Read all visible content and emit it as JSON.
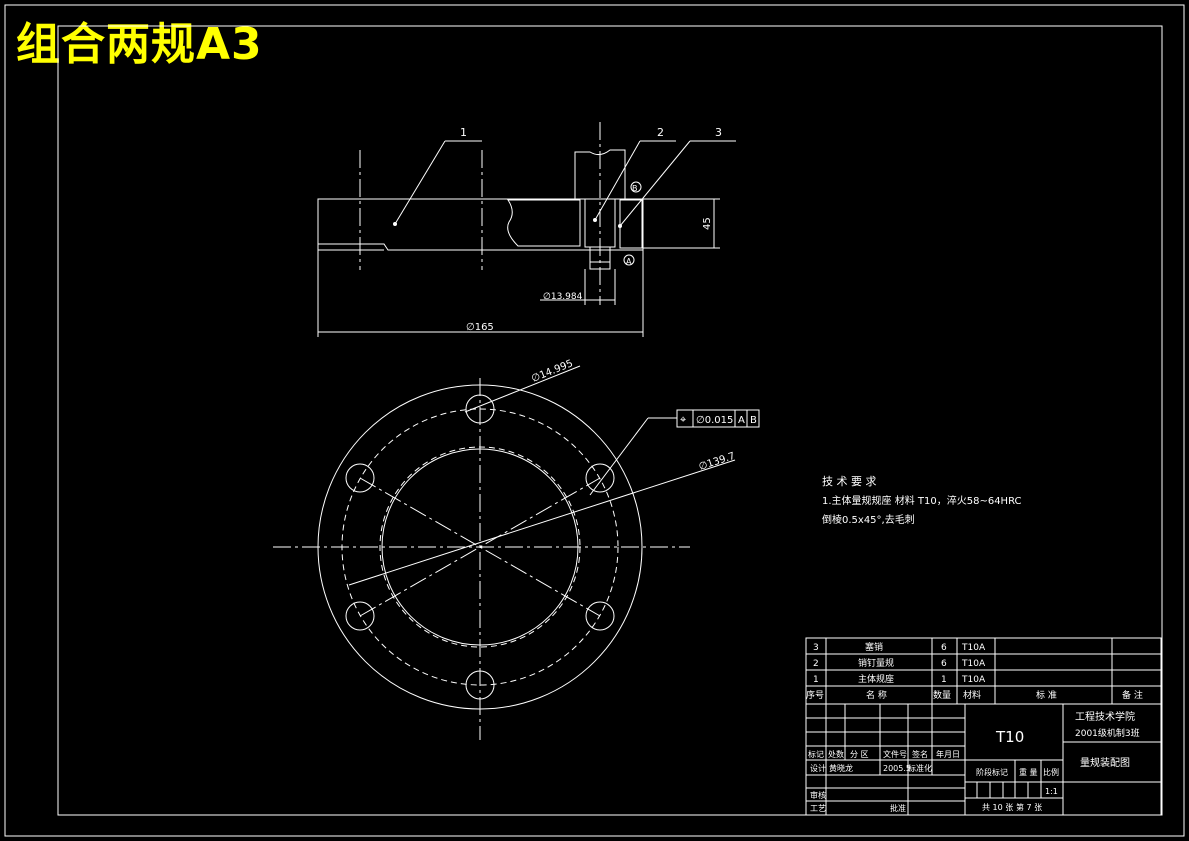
{
  "title": "组合两规A3",
  "drawing": {
    "callouts": [
      "1",
      "2",
      "3"
    ],
    "dim_depth": "45",
    "dim_bore": "∅13.984",
    "dim_outer": "∅165",
    "dim_hole": "∅14.995",
    "dim_pcd": "∅139.7",
    "tolerance": {
      "symbol": "⌖",
      "value": "∅0.015",
      "datum_a": "A",
      "datum_b": "B"
    },
    "datum_a": "A",
    "datum_b": "B"
  },
  "notes": {
    "heading": "技 术 要 求",
    "line1": "1.主体量规规座  材料   T10，淬火58~64HRC",
    "line2": "倒棱0.5x45°,去毛刺"
  },
  "bom": {
    "rows": [
      {
        "no": "3",
        "name": "塞销",
        "qty": "6",
        "material": "T10A"
      },
      {
        "no": "2",
        "name": "销钉量规",
        "qty": "6",
        "material": "T10A"
      },
      {
        "no": "1",
        "name": "主体规座",
        "qty": "1",
        "material": "T10A"
      }
    ],
    "headers": {
      "no": "序号",
      "name": "名 称",
      "qty": "数量",
      "material": "材料",
      "standard": "标 准",
      "remark": "备 注"
    }
  },
  "titleblock": {
    "material": "T10",
    "school": "工程技术学院",
    "class": "2001级机制3班",
    "drawing_name": "量规装配图",
    "rev_headers": [
      "标记",
      "处数",
      "分 区",
      "文件号",
      "签名",
      "年月日"
    ],
    "design_label": "设计",
    "designer": "黄晓龙",
    "date": "2005.5",
    "std_label": "标准化",
    "review_label": "审核",
    "process_label": "工艺",
    "approve_label": "批准",
    "stage_label": "阶段标记",
    "weight_label": "重 量",
    "scale_label": "比例",
    "scale": "1:1",
    "sheets": "共 10 张",
    "sheet_no": "第 7 张"
  }
}
